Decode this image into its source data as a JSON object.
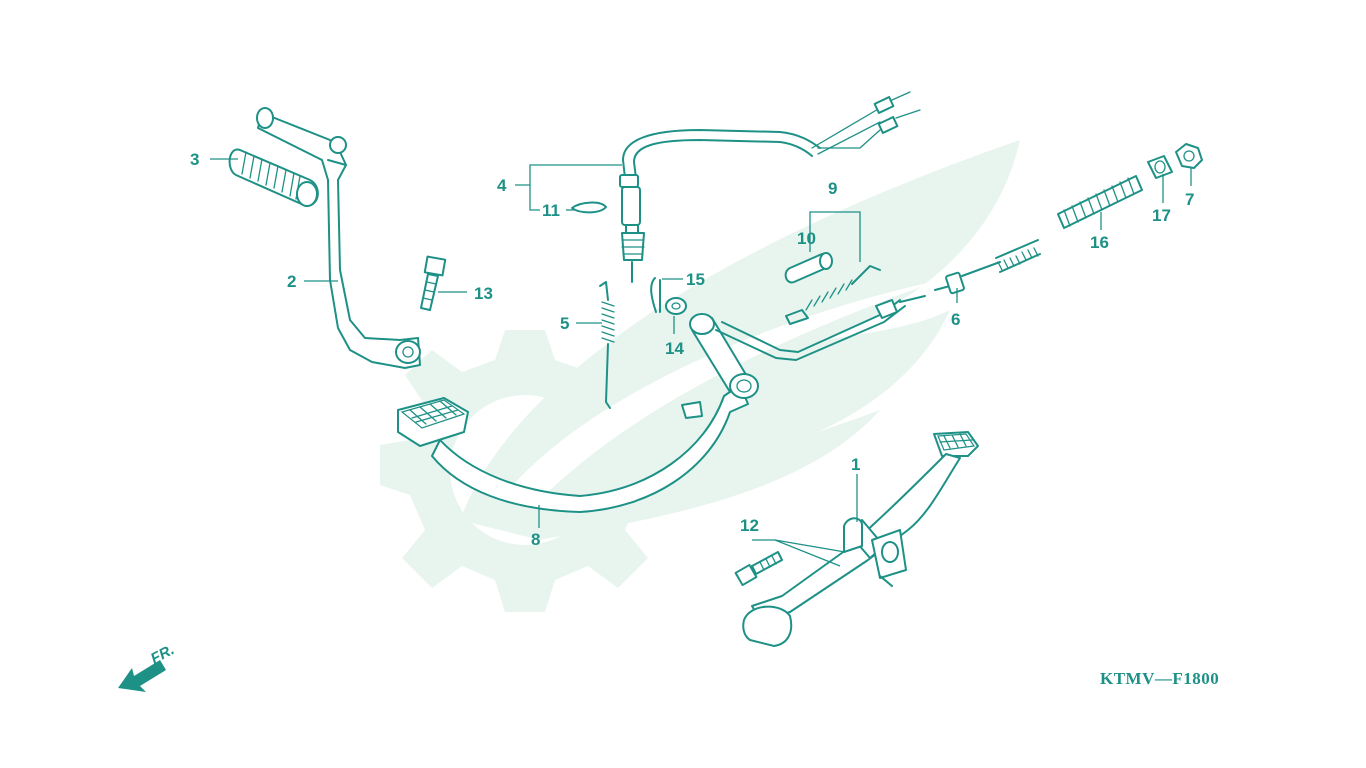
{
  "diagram": {
    "code": "KTMV—F1800",
    "direction_label": "FR."
  },
  "callouts": [
    {
      "id": "1",
      "label": "1"
    },
    {
      "id": "2",
      "label": "2"
    },
    {
      "id": "3",
      "label": "3"
    },
    {
      "id": "4",
      "label": "4"
    },
    {
      "id": "5",
      "label": "5"
    },
    {
      "id": "6",
      "label": "6"
    },
    {
      "id": "7",
      "label": "7"
    },
    {
      "id": "8",
      "label": "8"
    },
    {
      "id": "9",
      "label": "9"
    },
    {
      "id": "10",
      "label": "10"
    },
    {
      "id": "11",
      "label": "11"
    },
    {
      "id": "12",
      "label": "12"
    },
    {
      "id": "13",
      "label": "13"
    },
    {
      "id": "14",
      "label": "14"
    },
    {
      "id": "15",
      "label": "15"
    },
    {
      "id": "16",
      "label": "16"
    },
    {
      "id": "17",
      "label": "17"
    }
  ],
  "colors": {
    "line": "#1e9187",
    "watermark": "#e8f5ef",
    "background": "#ffffff"
  },
  "icons": {
    "direction_arrow": "arrow-down-left-icon",
    "watermark": "gear-wing-watermark"
  }
}
